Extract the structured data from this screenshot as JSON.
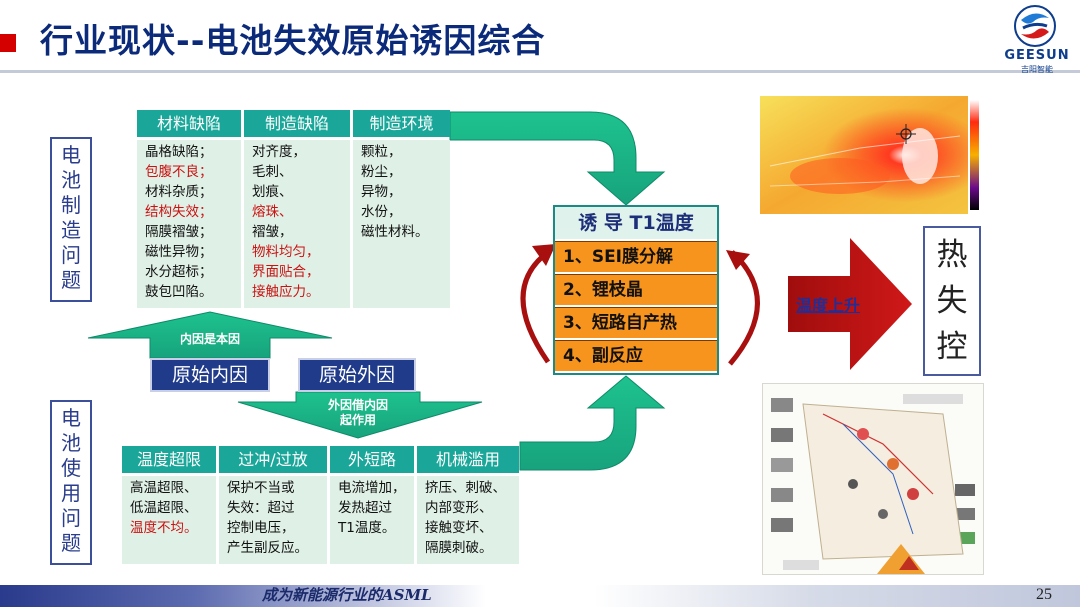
{
  "slide": {
    "title": "行业现状--电池失效原始诱因综合",
    "page_number": "25",
    "footer": "成为新能源行业的ASML"
  },
  "logo": {
    "brand": "GEESUN",
    "sub": "吉阳智能"
  },
  "left_labels": {
    "manufacturing": [
      "电",
      "池",
      "制",
      "造",
      "问",
      "题"
    ],
    "usage": [
      "电",
      "池",
      "使",
      "用",
      "问",
      "题"
    ]
  },
  "manufacturing_table": {
    "headers": [
      "材料缺陷",
      "制造缺陷",
      "制造环境"
    ],
    "columns": [
      [
        {
          "text": "晶格缺陷；",
          "red": false
        },
        {
          "text": "包腹不良；",
          "red": true
        },
        {
          "text": "材料杂质；",
          "red": false
        },
        {
          "text": "结构失效；",
          "red": true
        },
        {
          "text": "隔膜褶皱；",
          "red": false
        },
        {
          "text": "磁性异物；",
          "red": false
        },
        {
          "text": "水分超标；",
          "red": false
        },
        {
          "text": "鼓包凹陷。",
          "red": false
        }
      ],
      [
        {
          "text": "对齐度，",
          "red": false
        },
        {
          "text": "毛刺、",
          "red": false
        },
        {
          "text": "划痕、",
          "red": false
        },
        {
          "text": "熔珠、",
          "red": true
        },
        {
          "text": "褶皱，",
          "red": false
        },
        {
          "text": "物料均匀，",
          "red": true
        },
        {
          "text": "界面贴合，",
          "red": true
        },
        {
          "text": "接触应力。",
          "red": true
        }
      ],
      [
        {
          "text": "颗粒，",
          "red": false
        },
        {
          "text": "粉尘，",
          "red": false
        },
        {
          "text": "异物，",
          "red": false
        },
        {
          "text": "水份，",
          "red": false
        },
        {
          "text": "磁性材料。",
          "red": false
        }
      ]
    ]
  },
  "usage_table": {
    "headers": [
      "温度超限",
      "过冲/过放",
      "外短路",
      "机械滥用"
    ],
    "columns": [
      [
        {
          "text": "高温超限、",
          "red": false
        },
        {
          "text": "低温超限、",
          "red": false
        },
        {
          "text": "温度不均。",
          "red": true
        }
      ],
      [
        {
          "text": "保护不当或",
          "red": false
        },
        {
          "text": "失效：超过",
          "red": false
        },
        {
          "text": "控制电压，",
          "red": false
        },
        {
          "text": "产生副反应。",
          "red": false
        }
      ],
      [
        {
          "text": "电流增加，",
          "red": false
        },
        {
          "text": "发热超过",
          "red": false
        },
        {
          "text": "T1温度。",
          "red": false
        }
      ],
      [
        {
          "text": "挤压、刺破、",
          "red": false
        },
        {
          "text": "内部变形、",
          "red": false
        },
        {
          "text": "接触变坏、",
          "red": false
        },
        {
          "text": "隔膜刺破。",
          "red": false
        }
      ]
    ]
  },
  "arrows": {
    "internal_cause": "内因是本因",
    "external_cause_line1": "外因借内因",
    "external_cause_line2": "起作用",
    "temp_rise": "温度上升"
  },
  "cause_labels": {
    "internal": "原始内因",
    "external": "原始外因"
  },
  "induce_box": {
    "title": "诱 导 T1温度",
    "steps": [
      "1、SEI膜分解",
      "2、锂枝晶",
      "3、短路自产热",
      "4、副反应"
    ]
  },
  "result_box": [
    "热",
    "失",
    "控"
  ],
  "colors": {
    "teal": "#1aa79a",
    "navy": "#1f3b8a",
    "orange": "#f7941d",
    "arrow_green": "#1db58f",
    "dark_red": "#b01010"
  }
}
